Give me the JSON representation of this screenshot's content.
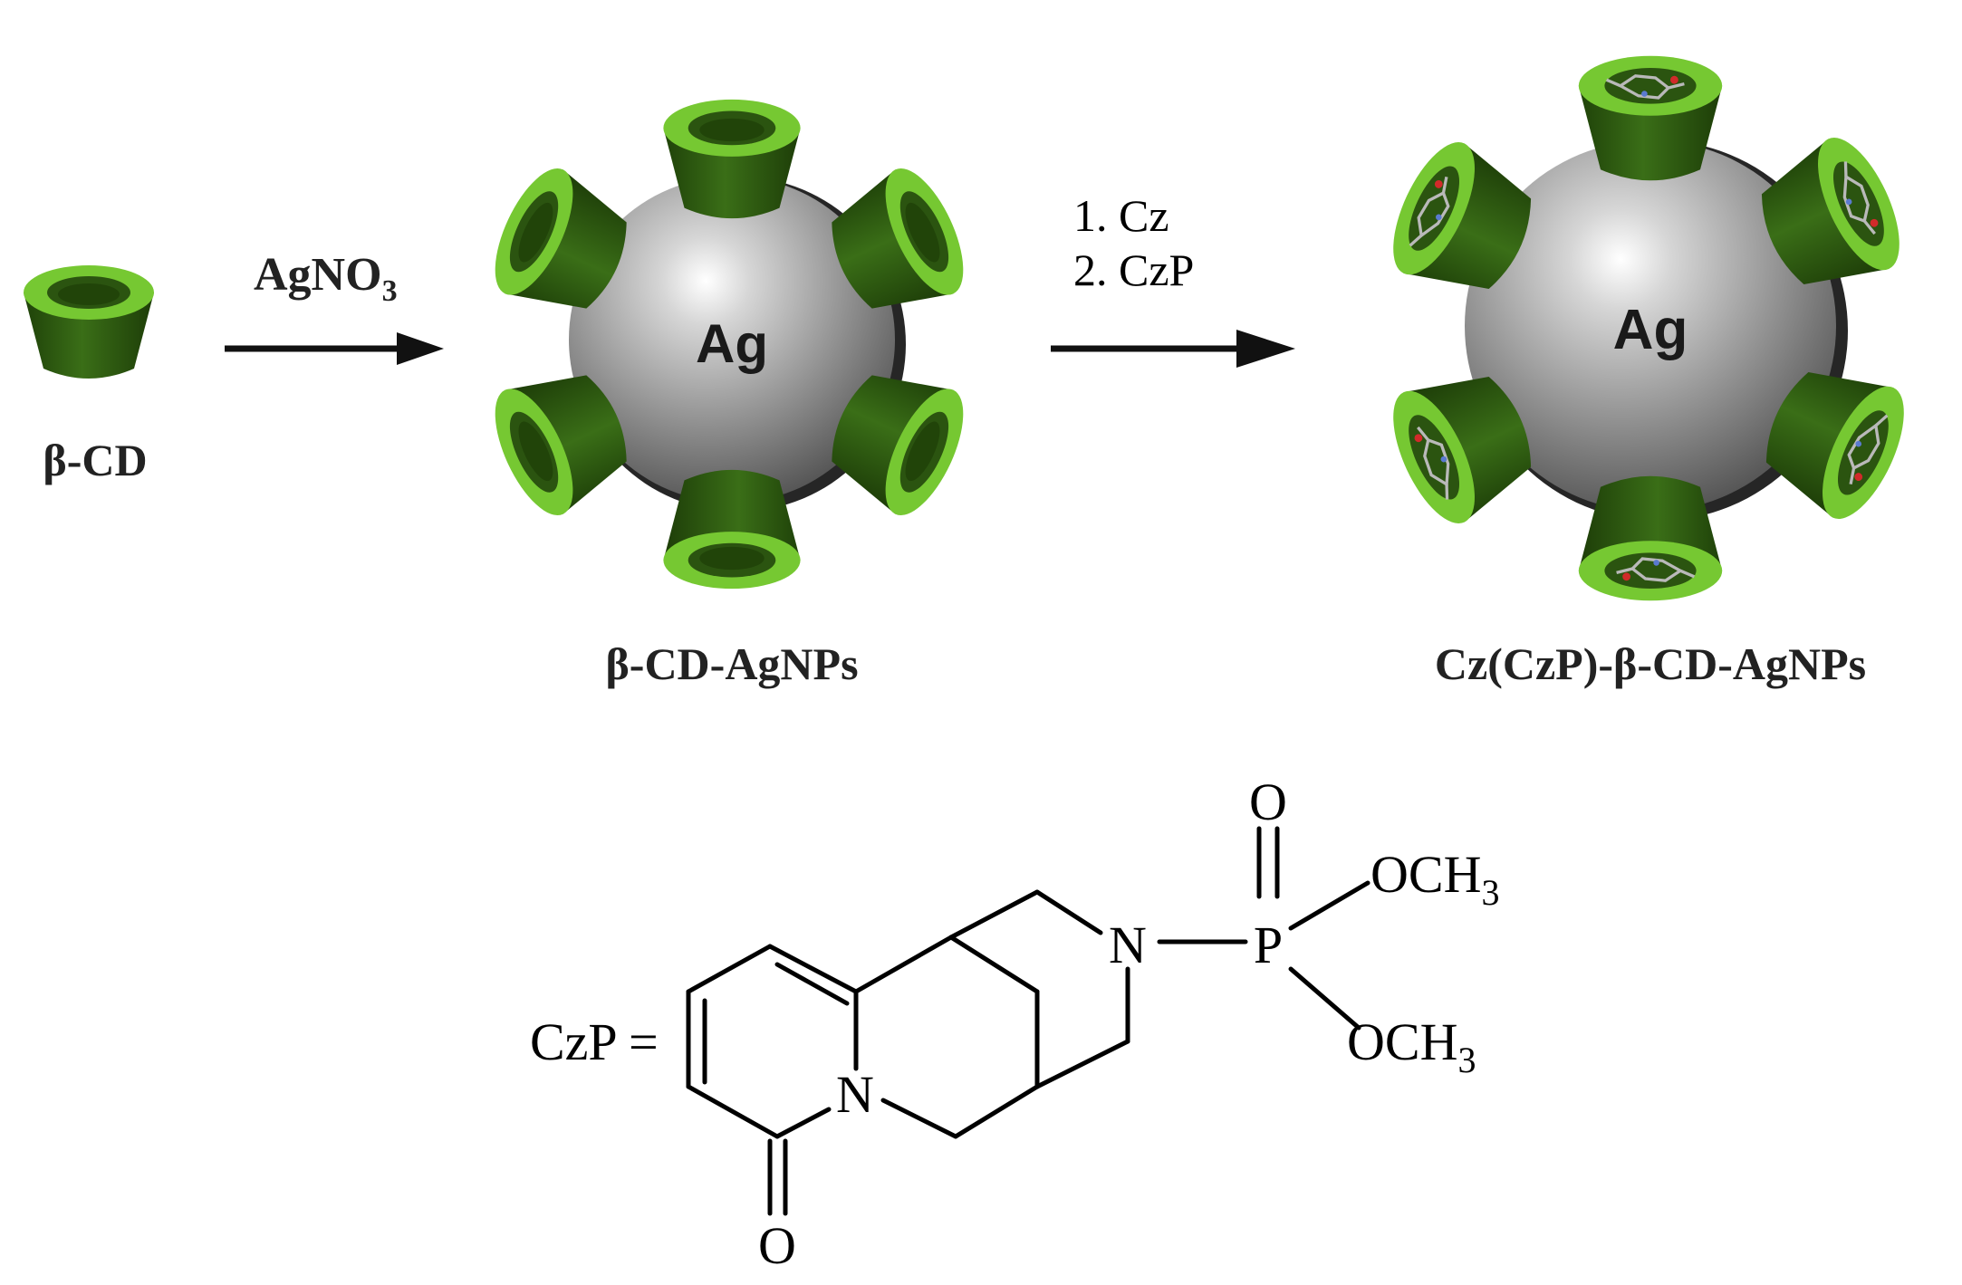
{
  "scheme": {
    "beta_cd_label": "β-CD",
    "reagent_1": "AgNO",
    "reagent_1_sub": "3",
    "np1_core_label": "Ag",
    "np1_label": "β-CD-AgNPs",
    "step_1": "1. Cz",
    "step_2": "2. CzP",
    "np2_core_label": "Ag",
    "np2_label": "Cz(CzP)-β-CD-AgNPs"
  },
  "structure": {
    "name_label": "CzP =",
    "n_ring_label": "N",
    "n_bridge_label": "N",
    "p_label": "P",
    "oxo_o_label": "O",
    "carbonyl_o_label": "O",
    "ome1_label": "OCH",
    "ome1_sub": "3",
    "ome2_label": "OCH",
    "ome2_sub": "3"
  },
  "colors": {
    "green_dark": "#2f5d12",
    "green_light": "#6fc22e",
    "silver": "#9a9a9a"
  }
}
